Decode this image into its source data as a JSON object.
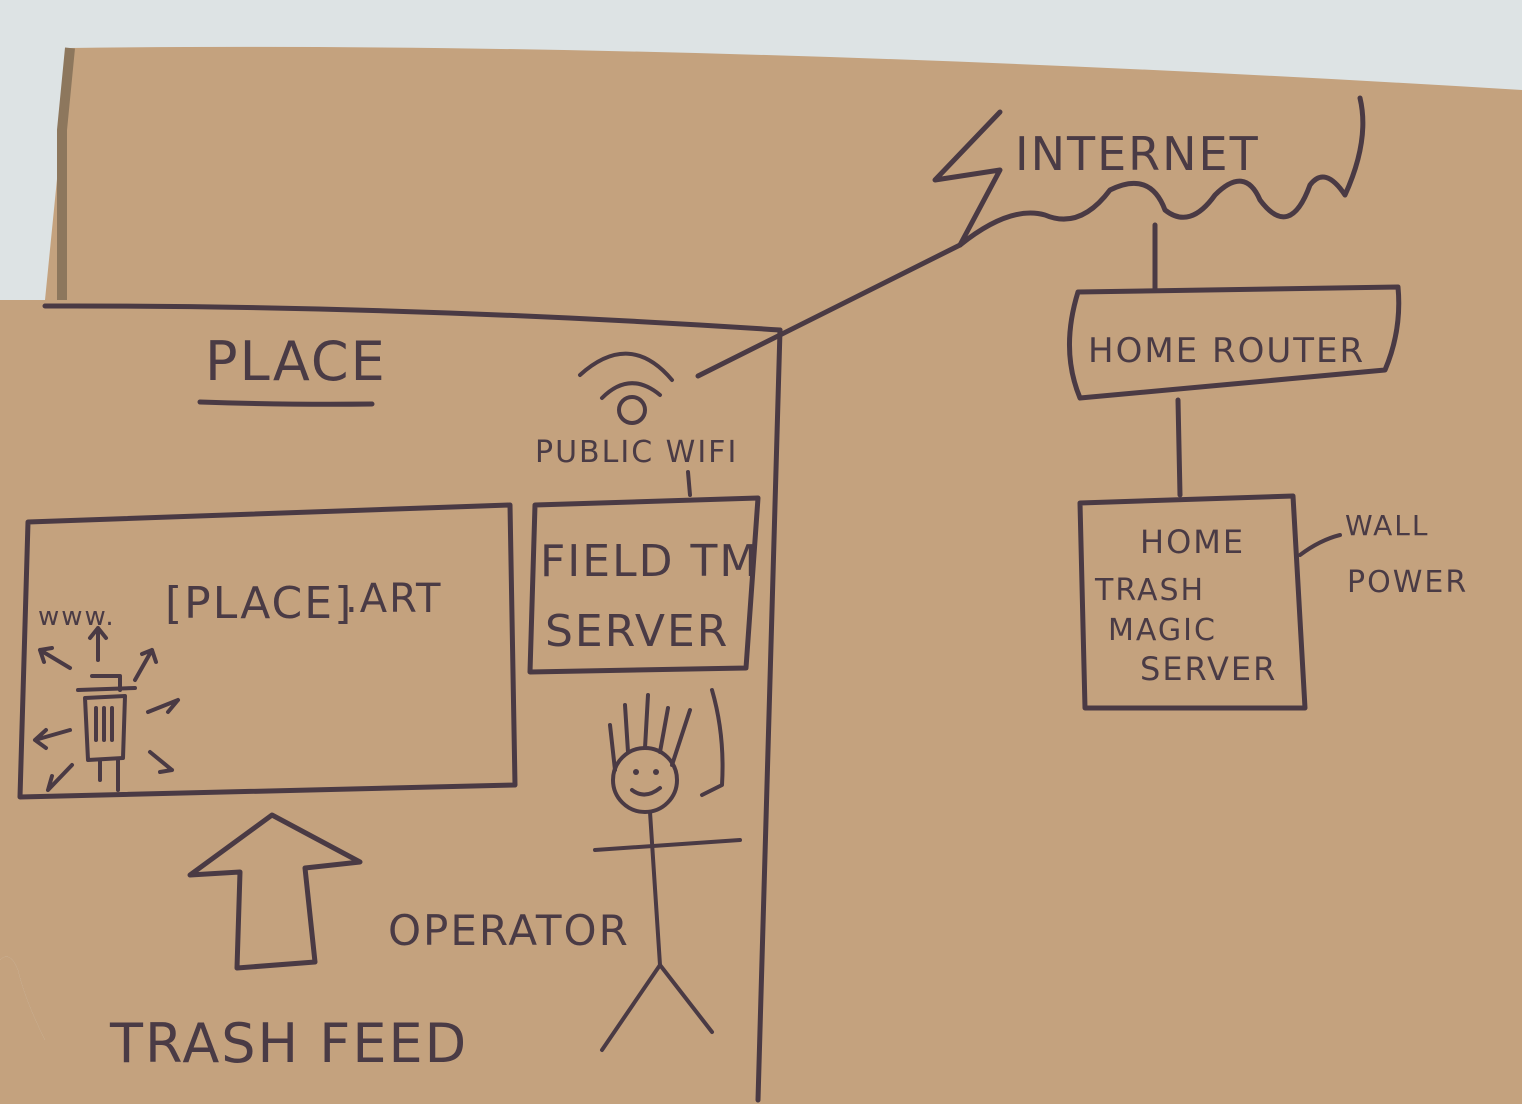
{
  "colors": {
    "cardboard": "#c4a27e",
    "background": "#dde3e4",
    "ink": "#4a3a44"
  },
  "labels": {
    "internet": "INTERNET",
    "place": "PLACE",
    "public_wifi": "PUBLIC WIFI",
    "field_server_line1": "FIELD TM",
    "field_server_line2": "SERVER",
    "website_prefix": "www.",
    "website_place": "[PLACE]",
    "website_suffix": ".ART",
    "home_router": "HOME ROUTER",
    "home_server_line1": "HOME",
    "home_server_line2": "TRASH",
    "home_server_line3": "MAGIC",
    "home_server_line4": "SERVER",
    "wall_power_line1": "WALL",
    "wall_power_line2": "POWER",
    "operator": "OPERATOR",
    "trash_feed": "TRASH FEED"
  },
  "icons": [
    "wifi-icon",
    "trash-robot-icon",
    "stick-figure-icon",
    "up-arrow-icon",
    "lightning-icon"
  ]
}
